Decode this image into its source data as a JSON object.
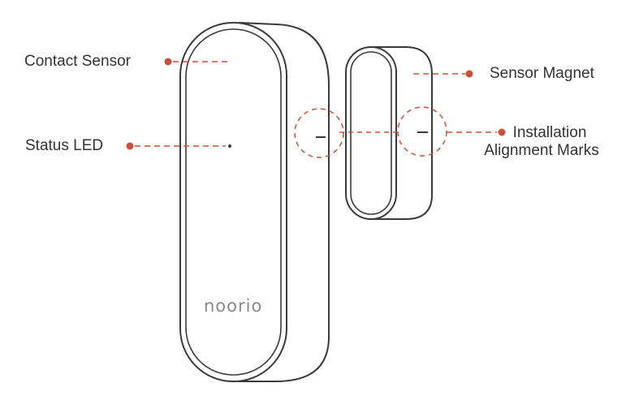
{
  "colors": {
    "outline": "#3a3a3a",
    "callout": "#c9503a",
    "brand_text": "#8a8a8a"
  },
  "labels": {
    "contact_sensor": "Contact Sensor",
    "status_led": "Status LED",
    "sensor_magnet": "Sensor Magnet",
    "installation_line1": "Installation",
    "installation_line2": "Alignment Marks"
  },
  "device": {
    "brand": "noorio"
  },
  "icons": {
    "callout_dot": "filled-circle",
    "alignment_mark": "short-dash"
  }
}
